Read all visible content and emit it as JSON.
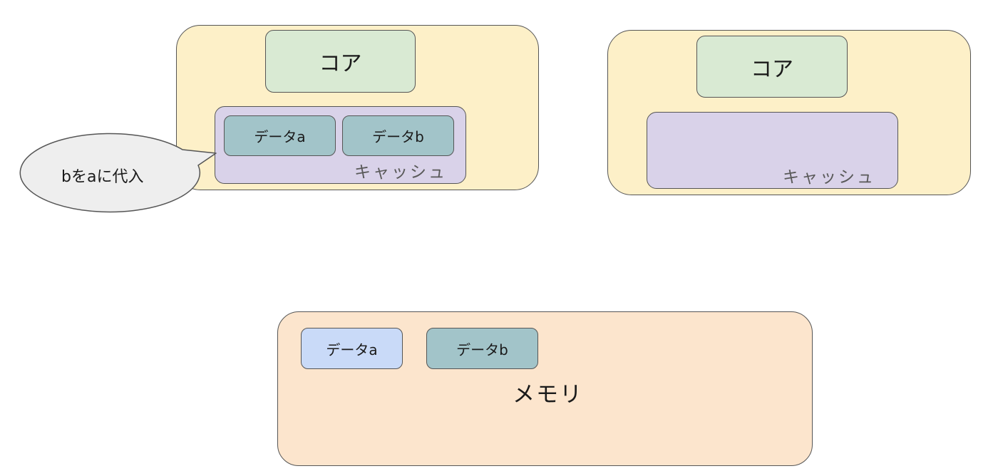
{
  "processor_left": {
    "core_label": "コア",
    "cache_label": "キャッシュ",
    "cache_items": [
      "データa",
      "データb"
    ]
  },
  "processor_right": {
    "core_label": "コア",
    "cache_label": "キャッシュ"
  },
  "callout": {
    "text": "bをaに代入"
  },
  "memory": {
    "label": "メモリ",
    "items": [
      "データa",
      "データb"
    ]
  },
  "colors": {
    "processor_bg": "#fdf0c8",
    "core_bg": "#d9ead3",
    "cache_bg": "#d9d2e9",
    "data_teal": "#a2c4c9",
    "data_blue_updated": "#c9daf8",
    "memory_bg": "#fce5cd",
    "callout_bg": "#eeeeee"
  }
}
